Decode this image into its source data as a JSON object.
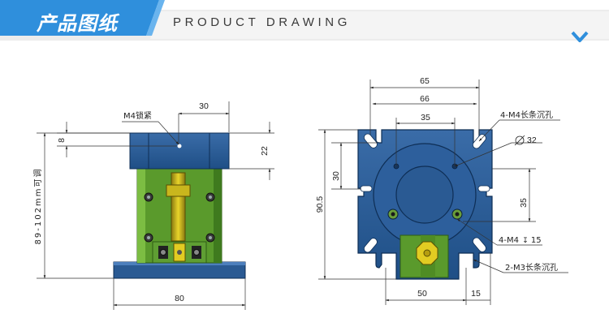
{
  "header": {
    "title_cn": "产品图纸",
    "title_en": "PRODUCT DRAWING",
    "icon": "chevron-down-icon",
    "accent_color": "#2f8fdc"
  },
  "left_view": {
    "width_dim": "80",
    "top_width_dim": "30",
    "top_height_dim": "22",
    "small_dim": "8",
    "adjust_range": "89-102mm可调",
    "lock_label": "M4锁紧"
  },
  "right_view": {
    "dim_65": "65",
    "dim_66": "66",
    "dim_35_top": "35",
    "dim_32": "32",
    "dim_30": "30",
    "dim_90_5": "90.5",
    "dim_35_right": "35",
    "dim_50": "50",
    "dim_15": "15",
    "note_slot_m4": "4-M4长条沉孔",
    "note_thread": "4-M4",
    "note_thread_depth": "15",
    "note_slot_m3": "2-M3长条沉孔"
  }
}
